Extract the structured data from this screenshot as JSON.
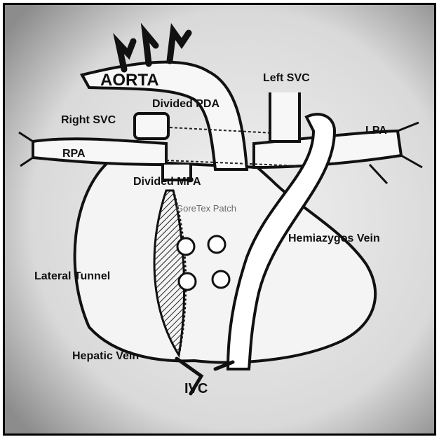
{
  "figure": {
    "labels": {
      "aorta": "AORTA",
      "left_svc": "Left SVC",
      "divided_pda": "Divided PDA",
      "right_svc": "Right SVC",
      "lpa": "LPA",
      "rpa": "RPA",
      "divided_mpa": "Divided MPA",
      "goretex_patch": "GoreTex Patch",
      "hemiazygos_vein": "Hemiazygos Vein",
      "lateral_tunnel": "Lateral Tunnel",
      "hepatic_vein": "Hepatic Vein",
      "ivc": "IVC"
    }
  }
}
